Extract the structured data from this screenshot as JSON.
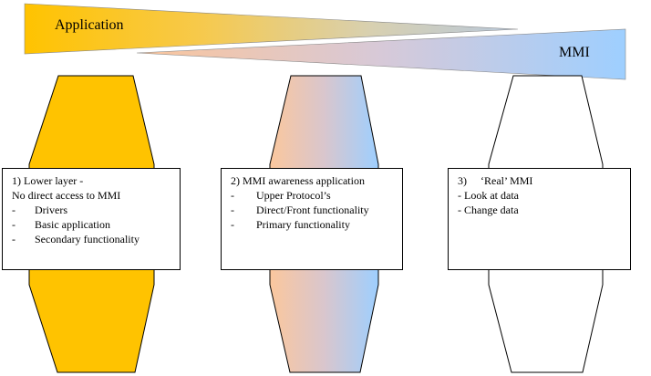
{
  "wedges": {
    "application_label": "Application",
    "mmi_label": "MMI",
    "colors": {
      "gold": "#FFC300",
      "blue": "#9ECFFF",
      "peach": "#FBC79D"
    }
  },
  "boxes": [
    {
      "title": "1) Lower layer -",
      "subtitle": "No direct access to MMI",
      "items": [
        "Drivers",
        "Basic application",
        "Secondary functionality"
      ],
      "fill": "gold"
    },
    {
      "title": "2) MMI awareness application",
      "items": [
        "Upper Protocol’s",
        "Direct/Front functionality",
        "Primary functionality"
      ],
      "fill": "peach-to-blue gradient"
    },
    {
      "title": "3)     ‘Real’ MMI",
      "items": [
        "- Look at data",
        "- Change data"
      ],
      "fill": "white"
    }
  ],
  "dash": "-"
}
